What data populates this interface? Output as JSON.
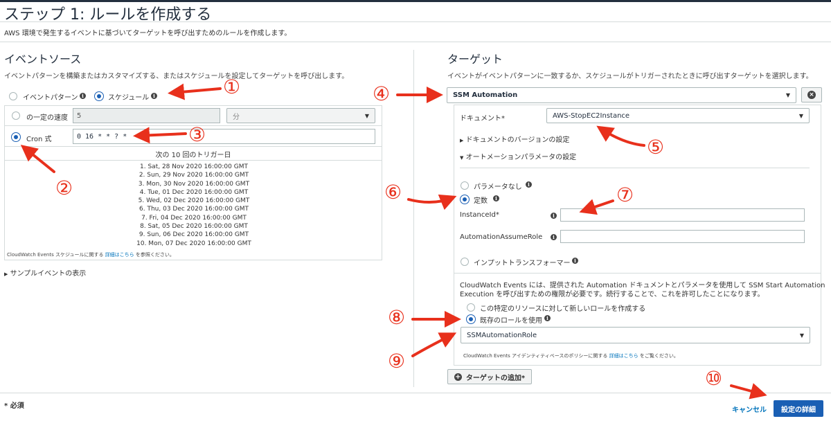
{
  "page": {
    "title": "ステップ 1: ルールを作成する",
    "description": "AWS 環境で発生するイベントに基づいてターゲットを呼び出すためのルールを作成します。",
    "required_note": "* 必須"
  },
  "event_source": {
    "heading": "イベントソース",
    "description": "イベントパターンを構築またはカスタマイズする、またはスケジュールを設定してターゲットを呼び出します。",
    "option_event_pattern": "イベントパターン",
    "option_schedule": "スケジュール",
    "fixed_rate_label": "の一定の速度",
    "fixed_rate_value": "5",
    "fixed_rate_unit": "分",
    "cron_label": "Cron 式",
    "cron_value": "0 16 * * ? *",
    "next_triggers_heading": "次の 10 回のトリガー日",
    "next_triggers": [
      "1. Sat, 28 Nov 2020 16:00:00 GMT",
      "2. Sun, 29 Nov 2020 16:00:00 GMT",
      "3. Mon, 30 Nov 2020 16:00:00 GMT",
      "4. Tue, 01 Dec 2020 16:00:00 GMT",
      "5. Wed, 02 Dec 2020 16:00:00 GMT",
      "6. Thu, 03 Dec 2020 16:00:00 GMT",
      "7. Fri, 04 Dec 2020 16:00:00 GMT",
      "8. Sat, 05 Dec 2020 16:00:00 GMT",
      "9. Sun, 06 Dec 2020 16:00:00 GMT",
      "10. Mon, 07 Dec 2020 16:00:00 GMT"
    ],
    "footnote_prefix": "CloudWatch Events スケジュールに関する",
    "footnote_link": "詳細はこちら",
    "footnote_suffix": "を参照ください。",
    "sample_events": "サンプルイベントの表示"
  },
  "target": {
    "heading": "ターゲット",
    "description": "イベントがイベントパターンに一致するか、スケジュールがトリガーされたときに呼び出すターゲットを選択します。",
    "target_type": "SSM Automation",
    "document_label": "ドキュメント*",
    "document_value": "AWS-StopEC2Instance",
    "doc_version_toggle": "ドキュメントのバージョンの設定",
    "automation_params_toggle": "オートメーションパラメータの設定",
    "option_no_params": "パラメータなし",
    "option_constant": "定数",
    "instance_id_label": "InstanceId*",
    "instance_id_value": "",
    "assume_role_label": "AutomationAssumeRole",
    "assume_role_value": "",
    "option_input_transformer": "インプットトランスフォーマー",
    "permission_text_1": "CloudWatch Events には、提供された Automation ドキュメントとパラメータを使用して SSM Start Automation",
    "permission_text_2": "Execution を呼び出すための権限が必要です。続行することで、これを許可したことになります。",
    "option_create_role": "この特定のリソースに対して新しいロールを作成する",
    "option_existing_role": "既存のロールを使用",
    "role_value": "SSMAutomationRole",
    "role_footnote_prefix": "CloudWatch Events アイデンティティベースのポリシーに関する",
    "role_footnote_link": "詳細はこちら",
    "role_footnote_suffix": "をご覧ください。",
    "add_target": "ターゲットの追加*",
    "remove_icon": "×"
  },
  "footer": {
    "cancel": "キャンセル",
    "configure_details": "設定の詳細"
  },
  "annotations": [
    "①",
    "②",
    "③",
    "④",
    "⑤",
    "⑥",
    "⑦",
    "⑧",
    "⑨",
    "⑩"
  ],
  "colors": {
    "accent": "#1a5fb4",
    "primary_button": "#0073bb",
    "annotation": "#e8301c",
    "link": "#0073bb"
  }
}
